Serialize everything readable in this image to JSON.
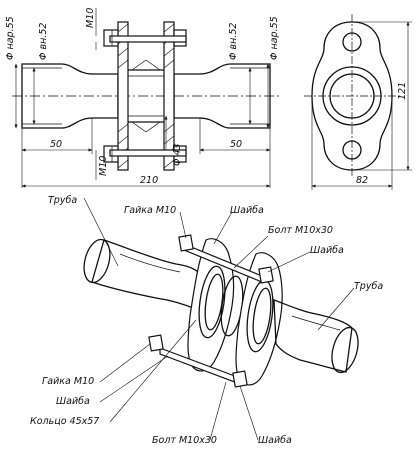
{
  "dimensions": {
    "outer_diameter": "Φ нар.55",
    "inner_diameter": "Φ вн.52",
    "bolt_top": "M10",
    "bolt_bottom": "M10",
    "ring_diameter": "Φ 43",
    "left_length": "50",
    "right_length": "50",
    "total_length": "210",
    "flange_height": "121",
    "flange_width": "82",
    "inner_diameter_right": "Φ вн.52",
    "outer_diameter_right": "Φ нар.55"
  },
  "labels": {
    "pipe_left": "Труба",
    "nut_top": "Гайка М10",
    "washer_top": "Шайба",
    "bolt_top": "Болт М10х30",
    "washer_right": "Шайба",
    "pipe_right": "Труба",
    "nut_bottom": "Гайка М10",
    "washer_left": "Шайба",
    "ring": "Кольцо 45х57",
    "bolt_bottom": "Болт М10х30",
    "washer_bottom": "Шайба"
  }
}
